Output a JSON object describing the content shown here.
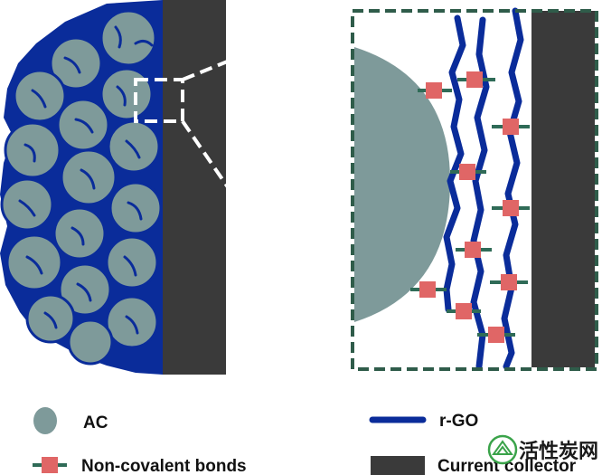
{
  "legend": {
    "ac_label": "AC",
    "rgo_label": "r-GO",
    "bonds_label": "Non-covalent bonds",
    "collector_label": "Current collector"
  },
  "watermark": {
    "text": "活性炭网"
  },
  "colors": {
    "ac_fill": "#7e9a9a",
    "rgo_stroke": "#0a2c9a",
    "bond_square": "#e06666",
    "bond_line": "#2f6b57",
    "collector": "#3a3a3a",
    "zoom_border": "#2f5c4a"
  }
}
